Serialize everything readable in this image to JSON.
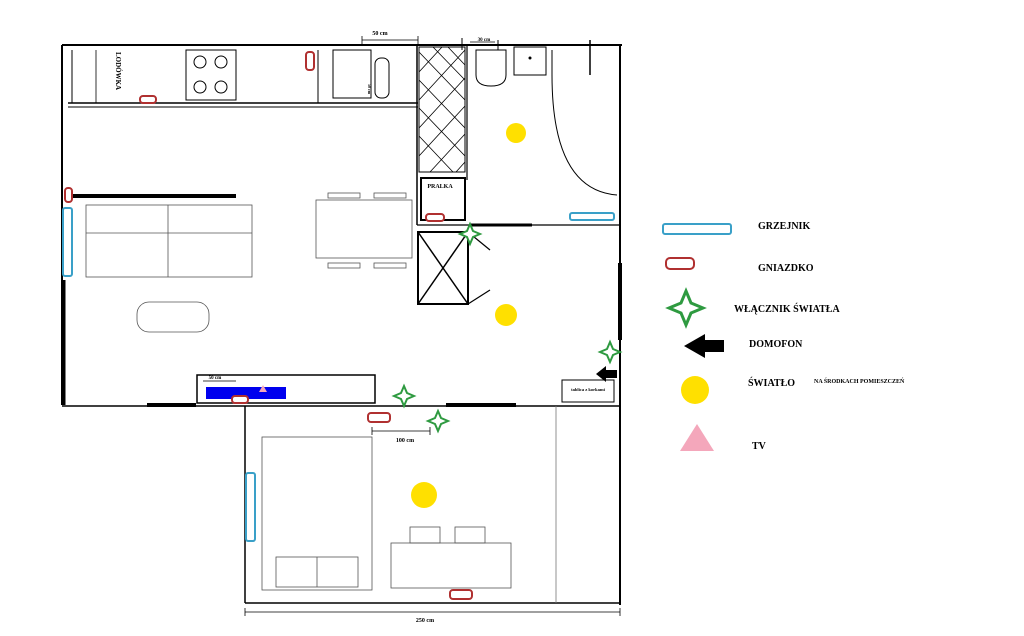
{
  "plan_labels": {
    "fridge": "LODÓWKA",
    "washer": "PRALKA",
    "panel": "tablica z korkami",
    "dim_kitchen": "50 cm",
    "dim_bath": "30 cm",
    "dim_sink": "50 cm",
    "dim_counter": "50 cm",
    "dim_corridor": "100 cm",
    "dim_bedroom": "250 cm"
  },
  "legend": {
    "radiator": "GRZEJNIK",
    "socket": "GNIAZDKO",
    "switch": "WŁĄCZNIK ŚWIATŁA",
    "intercom": "DOMOFON",
    "light": "ŚWIATŁO",
    "light_note": "NA ŚRODKACH POMIESZCZEŃ",
    "tv": "TV"
  },
  "colors": {
    "radiator": "#3aa0c8",
    "socket": "#b03030",
    "switch": "#2e9a40",
    "intercom": "#000000",
    "light": "#ffe000",
    "tv": "#f4a7bb",
    "blue_block": "#0000ee"
  }
}
